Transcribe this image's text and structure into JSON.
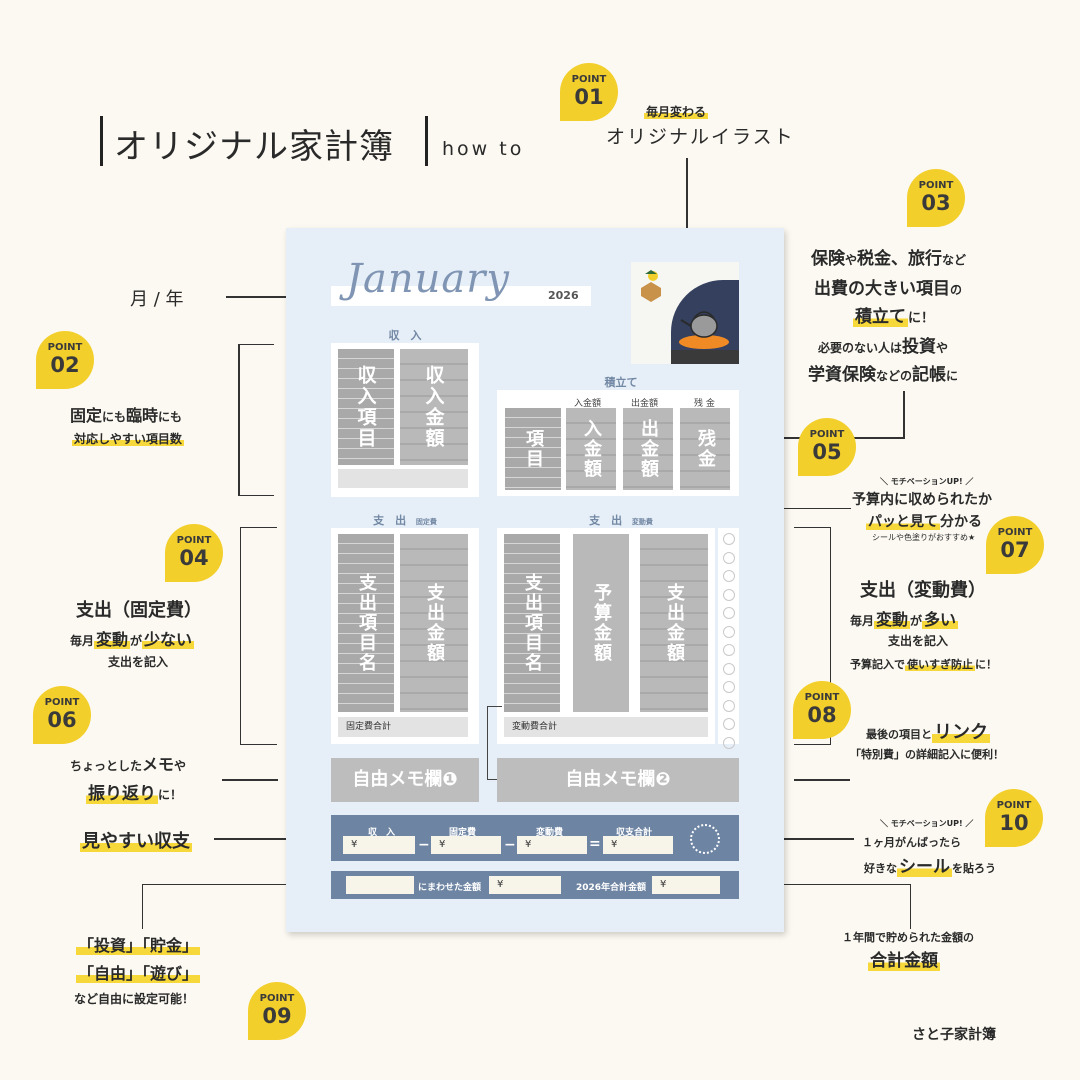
{
  "header": {
    "title": "オリジナル家計簿",
    "subtitle": "how to"
  },
  "brand": "さと子家計簿",
  "points": [
    "POINT",
    "01",
    "02",
    "03",
    "04",
    "05",
    "06",
    "07",
    "08",
    "09",
    "10"
  ],
  "annotations": {
    "p01_small": "毎月変わる",
    "p01_main": "オリジナルイラスト",
    "month_year": "月 / 年",
    "p02_a1": "固定",
    "p02_a2": "にも",
    "p02_a3": "臨時",
    "p02_a4": "にも",
    "p02_b": "対応しやすい項目数",
    "p03_l1a": "保険",
    "p03_l1b": "や",
    "p03_l1c": "税金",
    "p03_l1d": "、",
    "p03_l1e": "旅行",
    "p03_l1f": "など",
    "p03_l2a": "出費の大きい項目",
    "p03_l2b": "の",
    "p03_l3a": "積立て",
    "p03_l3b": "に！",
    "p03_l4a": "必要のない人は",
    "p03_l4b": "投資",
    "p03_l4c": "や",
    "p03_l5a": "学資保険",
    "p03_l5b": "などの",
    "p03_l5c": "記帳",
    "p03_l5d": "に",
    "p04_title": "支出（固定費）",
    "p04_l2a": "毎月",
    "p04_l2b": "変動",
    "p04_l2c": "が",
    "p04_l2d": "少ない",
    "p04_l3": "支出を記入",
    "p06_l1a": "ちょっとした",
    "p06_l1b": "メモ",
    "p06_l1c": "や",
    "p06_l2a": "振り返り",
    "p06_l2b": "に！",
    "balance": "見やすい収支",
    "p09_l1": "「投資」「貯金」",
    "p09_l2": "「自由」「遊び」",
    "p09_l3": "など自由に設定可能！",
    "p07_small": "＼ モチベーションUP! ／",
    "p07_l1": "予算内に収められたか",
    "p07_l2a": "パッと見て",
    "p07_l2b": "分かる",
    "p07_l3": "シールや色塗りがおすすめ★",
    "pvar_title": "支出（変動費）",
    "pvar_l2a": "毎月",
    "pvar_l2b": "変動",
    "pvar_l2c": "が",
    "pvar_l2d": "多い",
    "pvar_l3": "支出を記入",
    "pvar_l4a": "予算記入で",
    "pvar_l4b": "使いすぎ防止",
    "pvar_l4c": "に！",
    "p08_l1a": "最後の項目と",
    "p08_l1b": "リンク",
    "p08_l2": "「特別費」の詳細記入に便利！",
    "p10_small": "＼ モチベーションUP! ／",
    "p10_l1": "１ヶ月がんばったら",
    "p10_l2a": "好きな",
    "p10_l2b": "シール",
    "p10_l2c": "を貼ろう",
    "total_l1": "１年間で貯められた金額の",
    "total_l2": "合計金額"
  },
  "sheet": {
    "month": "January",
    "year": "2026",
    "income_label": "収　入",
    "income_item": "収入項目",
    "income_amount": "収入金額",
    "savings_label": "積立て",
    "savings_in": "入金額",
    "savings_out": "出金額",
    "savings_rem": "残 金",
    "savings_item": "項目",
    "savings_c1": "入金額",
    "savings_c2": "出金額",
    "savings_c3": "残金",
    "fixed_label": "支　出",
    "fixed_sub": "固定費",
    "fixed_item": "支出項目名",
    "fixed_amount": "支出金額",
    "fixed_total": "固定費合計",
    "var_label": "支　出",
    "var_sub": "変動費",
    "var_item": "支出項目名",
    "var_budget": "予算金額",
    "var_amount": "支出金額",
    "var_total": "変動費合計",
    "memo1": "自由メモ欄❶",
    "memo2": "自由メモ欄❷",
    "sum_income": "収　入",
    "sum_fixed": "固定費",
    "sum_var": "変動費",
    "sum_total": "収支合計",
    "yen": "¥",
    "minus": "−",
    "equals": "=",
    "alloc_label": "にまわせた金額",
    "year_total": "2026年合計金額"
  },
  "colors": {
    "accent": "#f3cf2b",
    "sheet": "#e6eef7",
    "navy": "#6d84a3",
    "gray": "#a9a9a9"
  }
}
